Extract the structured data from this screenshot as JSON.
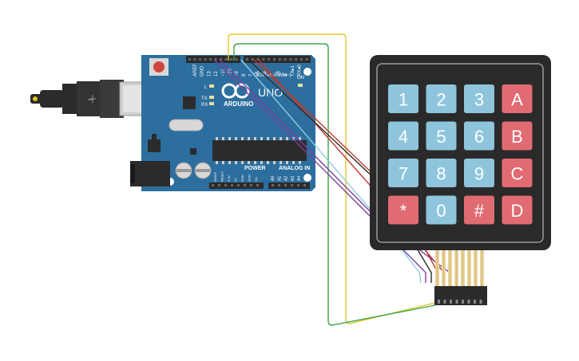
{
  "board": {
    "logo_text": "ARDUINO",
    "model_text": "UNO",
    "digital_label": "DIGITAL (PWM~)",
    "power_label": "POWER",
    "analog_label": "ANALOG IN",
    "on_label": "ON",
    "led_l": "L",
    "led_tx": "TX",
    "led_rx": "RX",
    "top_pins": [
      "AREF",
      "GND",
      "13",
      "12",
      "~11",
      "~10",
      "~9",
      "8",
      "7",
      "~6",
      "~5",
      "4",
      "~3",
      "2",
      "TX▸1",
      "RX◂0"
    ],
    "power_pins": [
      "IOREF",
      "RESET",
      "3.3V",
      "5V",
      "GND",
      "GND",
      "Vin"
    ],
    "analog_pins": [
      "A0",
      "A1",
      "A2",
      "A3",
      "A4",
      "A5"
    ]
  },
  "keypad": {
    "keys": [
      [
        "1",
        "2",
        "3",
        "A"
      ],
      [
        "4",
        "5",
        "6",
        "B"
      ],
      [
        "7",
        "8",
        "9",
        "C"
      ],
      [
        "*",
        "0",
        "#",
        "D"
      ]
    ],
    "colors": {
      "number_key": "#8ec5dd",
      "letter_key": "#e06b73",
      "frame": "#2a2a2a",
      "body": "#3a3a3a"
    }
  },
  "wires": [
    {
      "color": "#e4c92a",
      "name": "yellow"
    },
    {
      "color": "#3fa64a",
      "name": "green"
    },
    {
      "color": "#c0392b",
      "name": "red"
    },
    {
      "color": "#7d3fa0",
      "name": "purple"
    },
    {
      "color": "#8ecde0",
      "name": "light-blue"
    },
    {
      "color": "#2d2d2d",
      "name": "black"
    }
  ],
  "colors": {
    "board_blue": "#2c6e9e",
    "header_black": "#2b2b2b",
    "usb_metal": "#c8c8c8"
  }
}
